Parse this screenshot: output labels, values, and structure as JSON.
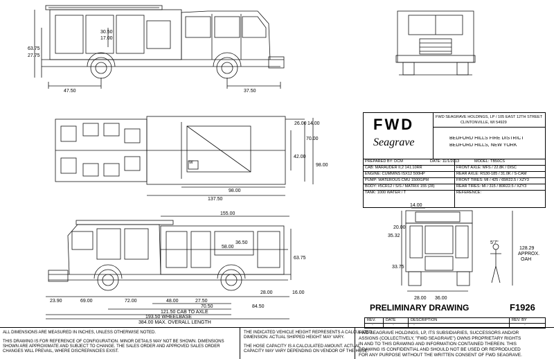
{
  "title_block": {
    "company_address_lines": [
      "FWD SEAGRAVE HOLDINGS, LP / 105 EAST 12TH STREET",
      "CLINTONVILLE, WI 54929"
    ],
    "logo_fwd": "FWD",
    "logo_seagrave": "Seagrave",
    "customer_line1": "BEDFORD HILLS FIRE DISTRICT",
    "customer_line2": "BEDFORD HILLS, NEW YORK",
    "prepared_by": "PREPARED BY: DCM",
    "date": "DATE: 11/1/2013",
    "model": "MODEL: TB50CS",
    "cab": "CAB: MARAUDER II,2 141.10RR",
    "engine": "ENGINE: CUMMINS ISX12 500HP",
    "pump": "PUMP: WATEROUS CMU 1500GPM",
    "body": "BODY: #5CR12 / S/S / MATRIX 155 (28)",
    "tank": "TANK: 1000 WATER / T",
    "front_axle": "FRONT AXLE: MFS / 22.8K / DISC",
    "rear_axle": "REAR AXLE: RS30-185 / 31.0K / S-CAM",
    "front_tires": "FRONT TIRES: MI / 425 / 65R22.5 / XZY3",
    "rear_tires": "REAR TIRES: MI / 315 / 80R22.5 / XZY3",
    "reference": "REFERENCE:"
  },
  "preliminary": "PRELIMINARY DRAWING",
  "drawing_number": "F1926",
  "rev_table": {
    "headers": [
      "REV.",
      "DATE",
      "DESCRIPTION",
      "REV. BY"
    ],
    "row": [
      "-",
      "-",
      "-",
      "-"
    ]
  },
  "notes": {
    "line1": "ALL DIMENSIONS ARE MEASURED IN INCHES, UNLESS OTHERWISE NOTED.",
    "para2": [
      "THIS DRAWING IS FOR REFERENCE OF CONFIGURATION. MINOR DETAILS MAY NOT BE SHOWN. DIMENSIONS",
      "SHOWN ARE APPROXIMATE AND SUBJECT TO CHANGE. THE SALES ORDER AND APPROVED SALES ORDER",
      "CHANGES WILL PREVAIL, WHERE DISCREPANCIES EXIST."
    ],
    "height_note": [
      "THE INDICATED VEHICLE HEIGHT REPRESENTS A CALCULATED",
      "DIMENSION. ACTUAL SHIPPED HEIGHT MAY VARY."
    ],
    "hose_note": [
      "THE HOSE CAPACITY IS A CALCULATED AMOUNT. ACTUAL",
      "CAPACITY MAY VARY DEPENDING ON VENDOR OF THE HOSE."
    ],
    "proprietary": [
      "FWD SEAGRAVE HOLDINGS, LP, ITS SUBSIDIARIES, SUCCESSORS AND/OR",
      "ASSIGNS (COLLECTIVELY, \"FWD SEAGRAVE\") OWNS PROPRIETARY RIGHTS",
      "IN AND TO THIS DRAWING AND INFORMATION CONTAINED THEREIN. THIS",
      "DRAWING IS CONFIDENTIAL AND SHOULD NOT BE USED OR REPRODUCED",
      "FOR ANY PURPOSE WITHOUT THE WRITTEN CONSENT OF FWD SEAGRAVE."
    ]
  },
  "dims": {
    "top_left_h": "63.75",
    "top_left_h2": "27.75",
    "top_inner": "30.50",
    "top_inner2": "17.00",
    "top_front_ovh": "47.50",
    "top_rear_ovh": "37.50",
    "plan_26": "26.00",
    "plan_14": "14.00",
    "plan_70": "70.00",
    "plan_42": "42.00",
    "plan_98w": "98.00",
    "plan_98": "98.00",
    "plan_137": "137.50",
    "side_155": "155.00",
    "side_58": "58.00",
    "side_mid": "36.50",
    "side_6375": "63.75",
    "side_2390": "23.90",
    "side_69": "69.00",
    "side_72": "72.00",
    "side_48": "48.00",
    "side_2750": "27.50",
    "side_28": "28.00",
    "side_16": "16.00",
    "side_7050": "70.50",
    "side_8450": "84.50",
    "side_cab_axle": "121.50 CAB TO AXLE",
    "side_wb": "193.50 WHEELBASE",
    "side_oal": "384.00 MAX. OVERALL LENGTH",
    "rear_14": "14.00",
    "rear_20": "20.00",
    "rear_3532": "35.32",
    "rear_3375": "33.75",
    "rear_28": "28.00",
    "rear_36": "36.00",
    "oah": "128.29",
    "oah_approx": "APPROX.",
    "oah_label": "OAH",
    "figure_label": "5'7\"",
    "cab_mark": "W"
  }
}
